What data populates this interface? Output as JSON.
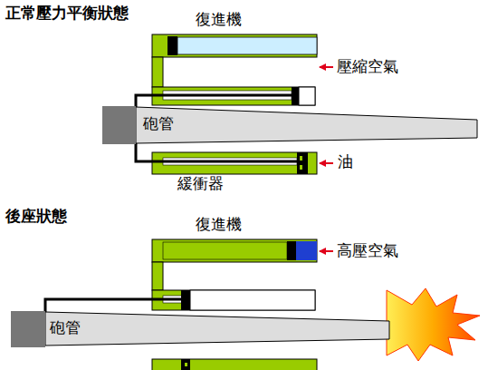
{
  "diagram": {
    "title": "正常壓力平衡狀態",
    "nodes": [
      {
        "text": [
          "復進機"
        ]
      },
      {
        "text": [
          "砲管"
        ]
      },
      {
        "text": [
          "緩衝器"
        ]
      },
      {
        "text": [
          "復進機"
        ]
      },
      {
        "text": [
          "砲管"
        ]
      }
    ],
    "labels": [
      "壓縮空氣",
      "油",
      "後座狀態",
      "高壓空氣"
    ]
  }
}
